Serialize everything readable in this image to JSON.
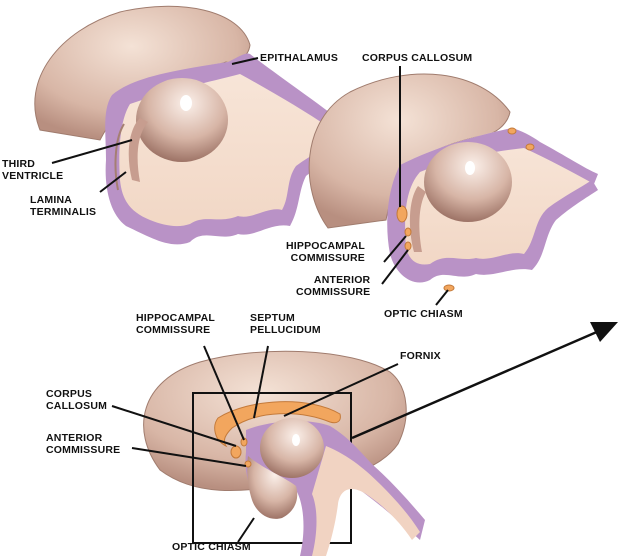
{
  "labels": {
    "top_left": {
      "epithalamus": "EPITHALAMUS",
      "third_ventricle": [
        "THIRD",
        "VENTRICLE"
      ],
      "lamina_terminalis": [
        "LAMINA",
        "TERMINALIS"
      ]
    },
    "top_right": {
      "corpus_callosum": "CORPUS CALLOSUM",
      "hippocampal_commissure": [
        "HIPPOCAMPAL",
        "COMMISSURE"
      ],
      "anterior_commissure": [
        "ANTERIOR",
        "COMMISSURE"
      ],
      "optic_chiasm": "OPTIC CHIASM"
    },
    "bottom": {
      "hippocampal_commissure": [
        "HIPPOCAMPAL",
        "COMMISSURE"
      ],
      "septum_pellucidum": [
        "SEPTUM",
        "PELLUCIDUM"
      ],
      "fornix": "FORNIX",
      "corpus_callosum": [
        "CORPUS",
        "CALLOSUM"
      ],
      "anterior_commissure": [
        "ANTERIOR",
        "COMMISSURE"
      ],
      "optic_chiasm": "OPTIC CHIASM"
    }
  },
  "colors": {
    "hemisphere": "#e7cfc0",
    "hemisphere_shade": "#c9a596",
    "thalamus": "#dcc0b3",
    "interior": "#f7e3d3",
    "ependyma": "#b992c6",
    "commissure": "#f2a65e",
    "line": "#111111"
  }
}
